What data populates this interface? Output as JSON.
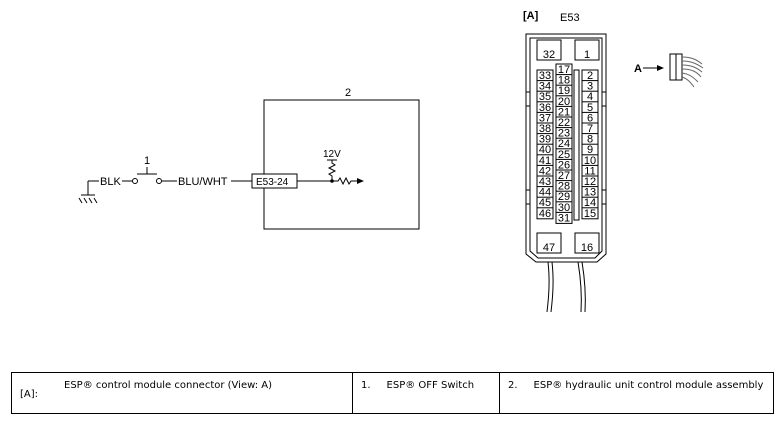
{
  "circuit": {
    "ground_wire": "BLK",
    "switch_number": "1",
    "signal_wire": "BLU/WHT",
    "terminal": "E53-24",
    "module_number": "2",
    "voltage": "12V"
  },
  "connector": {
    "view_tag": "[A]",
    "name": "E53",
    "view_arrow_label": "A",
    "top_pins": [
      "32",
      "1"
    ],
    "bottom_pins": [
      "47",
      "16"
    ],
    "left_column": [
      "33",
      "34",
      "35",
      "36",
      "37",
      "38",
      "39",
      "40",
      "41",
      "42",
      "43",
      "44",
      "45",
      "46"
    ],
    "center_column": [
      "17",
      "18",
      "19",
      "20",
      "21",
      "22",
      "23",
      "24",
      "25",
      "26",
      "27",
      "28",
      "29",
      "30",
      "31"
    ],
    "right_column": [
      "2",
      "3",
      "4",
      "5",
      "6",
      "7",
      "8",
      "9",
      "10",
      "11",
      "12",
      "13",
      "14",
      "15"
    ]
  },
  "legend": [
    {
      "key": "[A]:",
      "text": "ESP® control module connector (View: A)"
    },
    {
      "key": "1.",
      "text": "ESP® OFF Switch"
    },
    {
      "key": "2.",
      "text": "ESP® hydraulic unit control module assembly"
    }
  ]
}
